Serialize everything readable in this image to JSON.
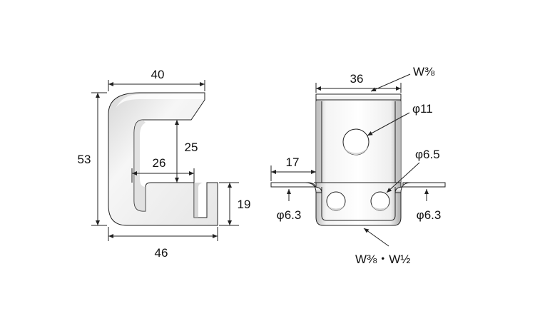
{
  "side_view": {
    "width_top": "40",
    "height_total": "53",
    "inner_depth": "25",
    "throat_width": "26",
    "lip_height": "19",
    "width_bottom": "46"
  },
  "front_view": {
    "width": "36",
    "flange_width": "17",
    "bolt_top": "W⅜",
    "hole_center": "φ11",
    "hole_small": "φ6.5",
    "hole_left": "φ6.3",
    "hole_right": "φ6.3",
    "bolt_bottom": "W⅜・W½"
  },
  "colors": {
    "metal_light": "#f7f7f7",
    "metal_mid": "#dcdcdc",
    "metal_dark": "#9a9a9a",
    "line": "#222222"
  }
}
